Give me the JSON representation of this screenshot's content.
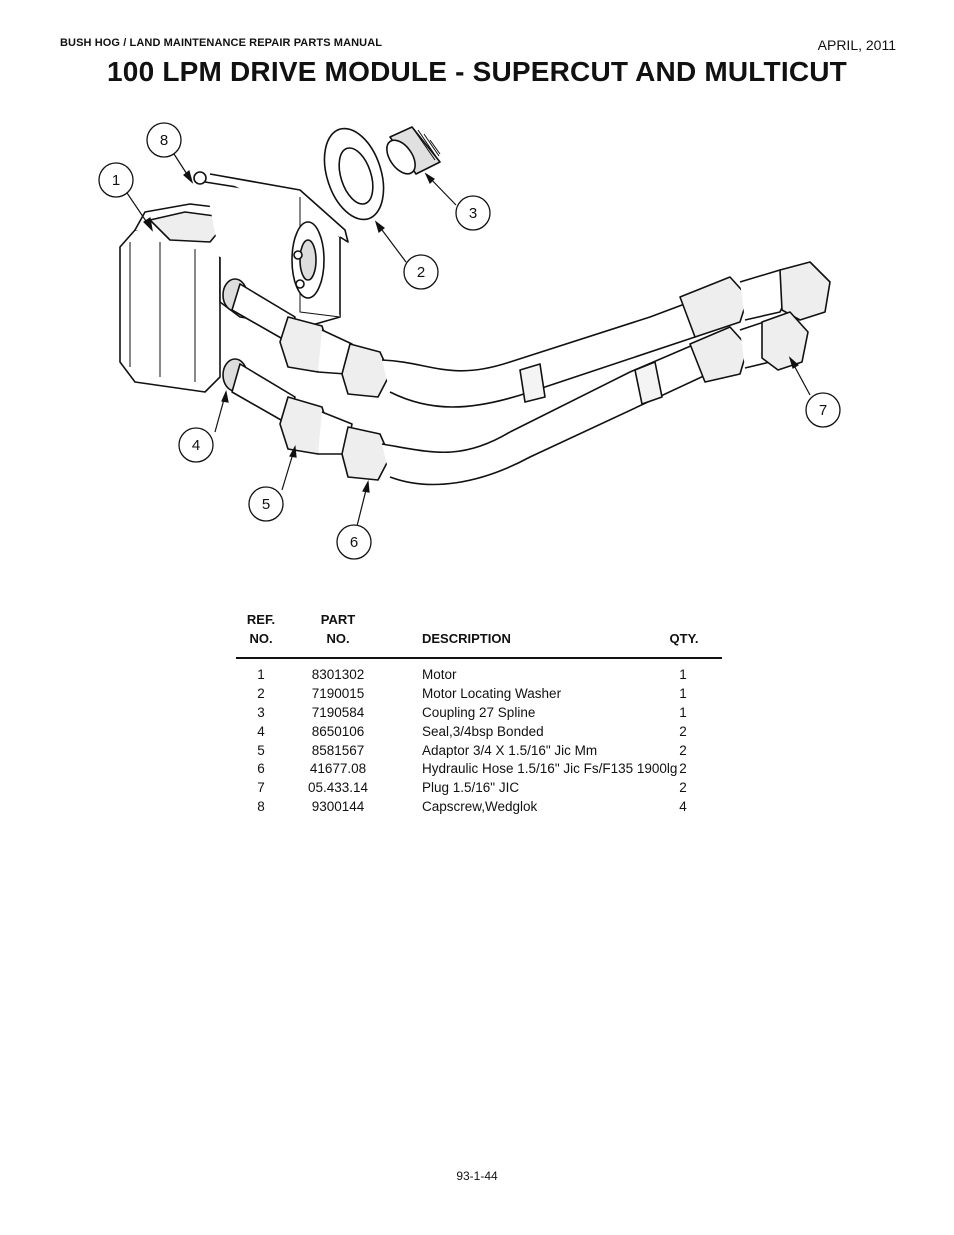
{
  "header": {
    "manual": "BUSH HOG / LAND MAINTENANCE REPAIR PARTS MANUAL",
    "date": "APRIL, 2011"
  },
  "title": "100 LPM DRIVE MODULE - SUPERCUT AND MULTICUT",
  "diagram": {
    "callouts": [
      "1",
      "2",
      "3",
      "4",
      "5",
      "6",
      "7",
      "8"
    ]
  },
  "table": {
    "headers": {
      "ref_line1": "REF.",
      "ref_line2": "NO.",
      "part_line1": "PART",
      "part_line2": "NO.",
      "description": "DESCRIPTION",
      "qty": "QTY."
    },
    "rows": [
      {
        "ref": "1",
        "part": "8301302",
        "description": "Motor",
        "qty": "1"
      },
      {
        "ref": "2",
        "part": "7190015",
        "description": "Motor Locating Washer",
        "qty": "1"
      },
      {
        "ref": "3",
        "part": "7190584",
        "description": "Coupling 27 Spline",
        "qty": "1"
      },
      {
        "ref": "4",
        "part": "8650106",
        "description": "Seal,3/4bsp Bonded",
        "qty": "2"
      },
      {
        "ref": "5",
        "part": "8581567",
        "description": "Adaptor 3/4 X 1.5/16\" Jic Mm",
        "qty": "2"
      },
      {
        "ref": "6",
        "part": "41677.08",
        "description": "Hydraulic Hose 1.5/16\" Jic Fs/F135 1900lg",
        "qty": "2"
      },
      {
        "ref": "7",
        "part": "05.433.14",
        "description": "Plug 1.5/16\" JIC",
        "qty": "2"
      },
      {
        "ref": "8",
        "part": "9300144",
        "description": "Capscrew,Wedglok",
        "qty": "4"
      }
    ]
  },
  "footer": {
    "page": "93-1-44"
  }
}
